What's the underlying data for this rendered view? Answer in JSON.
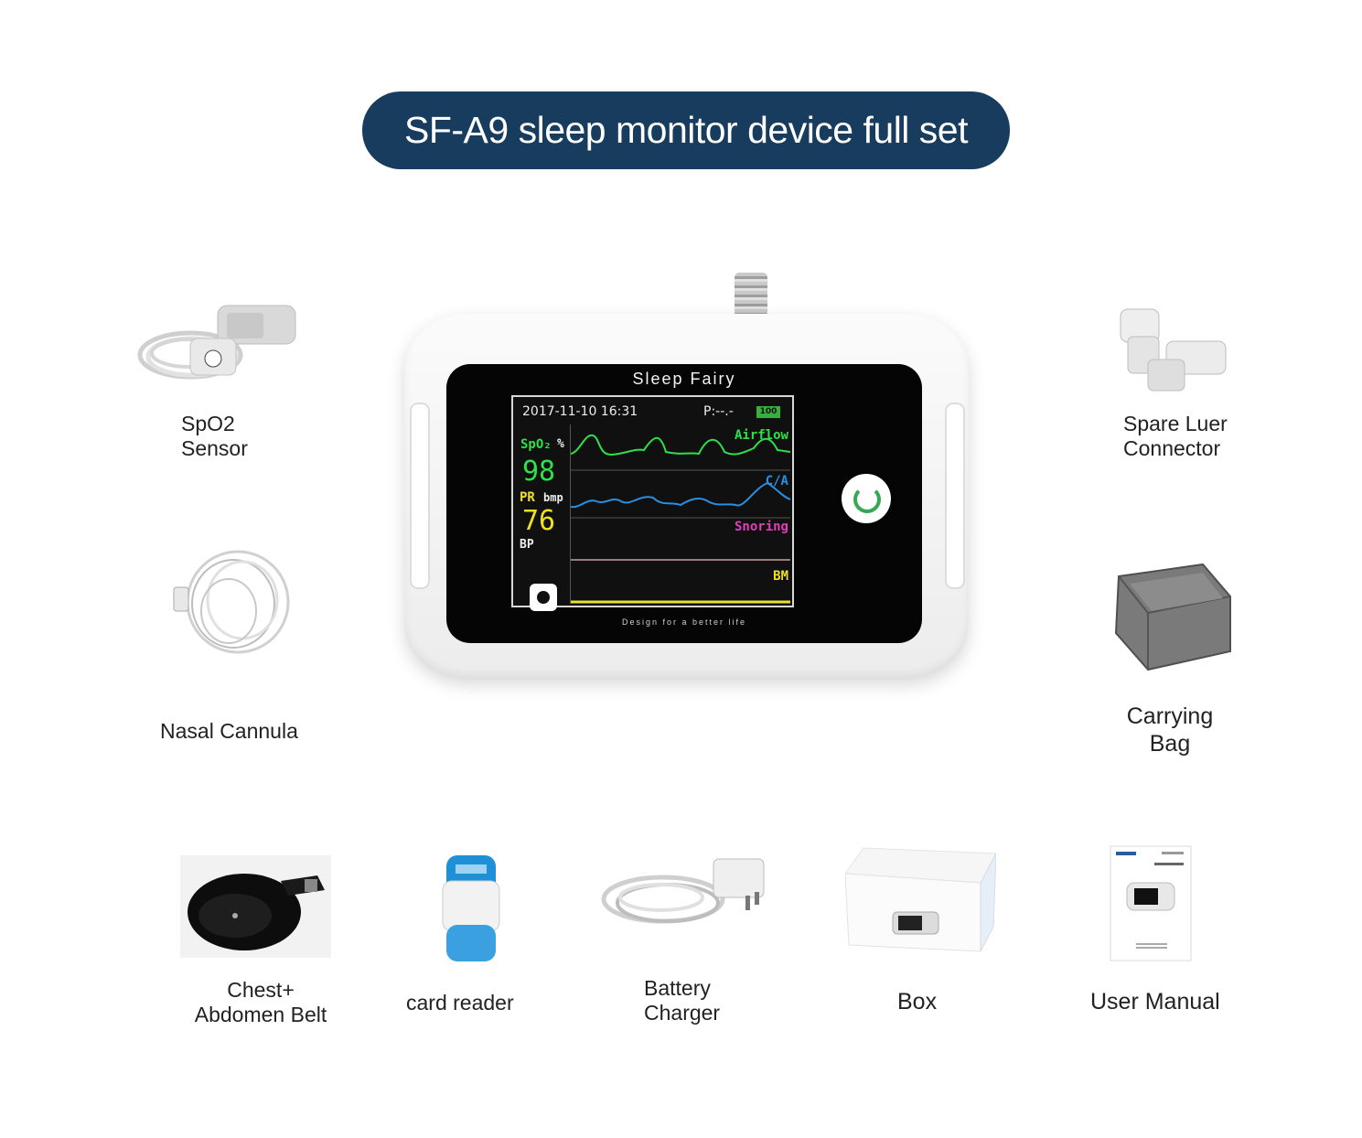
{
  "title": "SF-A9 sleep monitor device full set",
  "device": {
    "brand": "Sleep  Fairy",
    "tagline": "Design  for  a  better  life",
    "datetime": "2017-11-10 16:31",
    "pressure": "P:--.-",
    "battery": "100",
    "spo2_label": "SpO₂",
    "spo2_unit": "%",
    "spo2_value": "98",
    "pr_label": "PR",
    "pr_unit": "bmp",
    "pr_value": "76",
    "bp_label": "BP",
    "waves": [
      "Airflow",
      "C/A",
      "Snoring",
      "BM"
    ]
  },
  "items": {
    "spo2_sensor": [
      "SpO2",
      "Sensor"
    ],
    "nasal_cannula": "Nasal Cannula",
    "spare_luer": [
      "Spare Luer",
      "Connector"
    ],
    "carrying_bag": [
      "Carrying",
      "Bag"
    ],
    "belt": [
      "Chest+",
      "Abdomen Belt"
    ],
    "card_reader": "card reader",
    "charger": [
      "Battery",
      "Charger"
    ],
    "box": "Box",
    "manual": "User Manual"
  }
}
